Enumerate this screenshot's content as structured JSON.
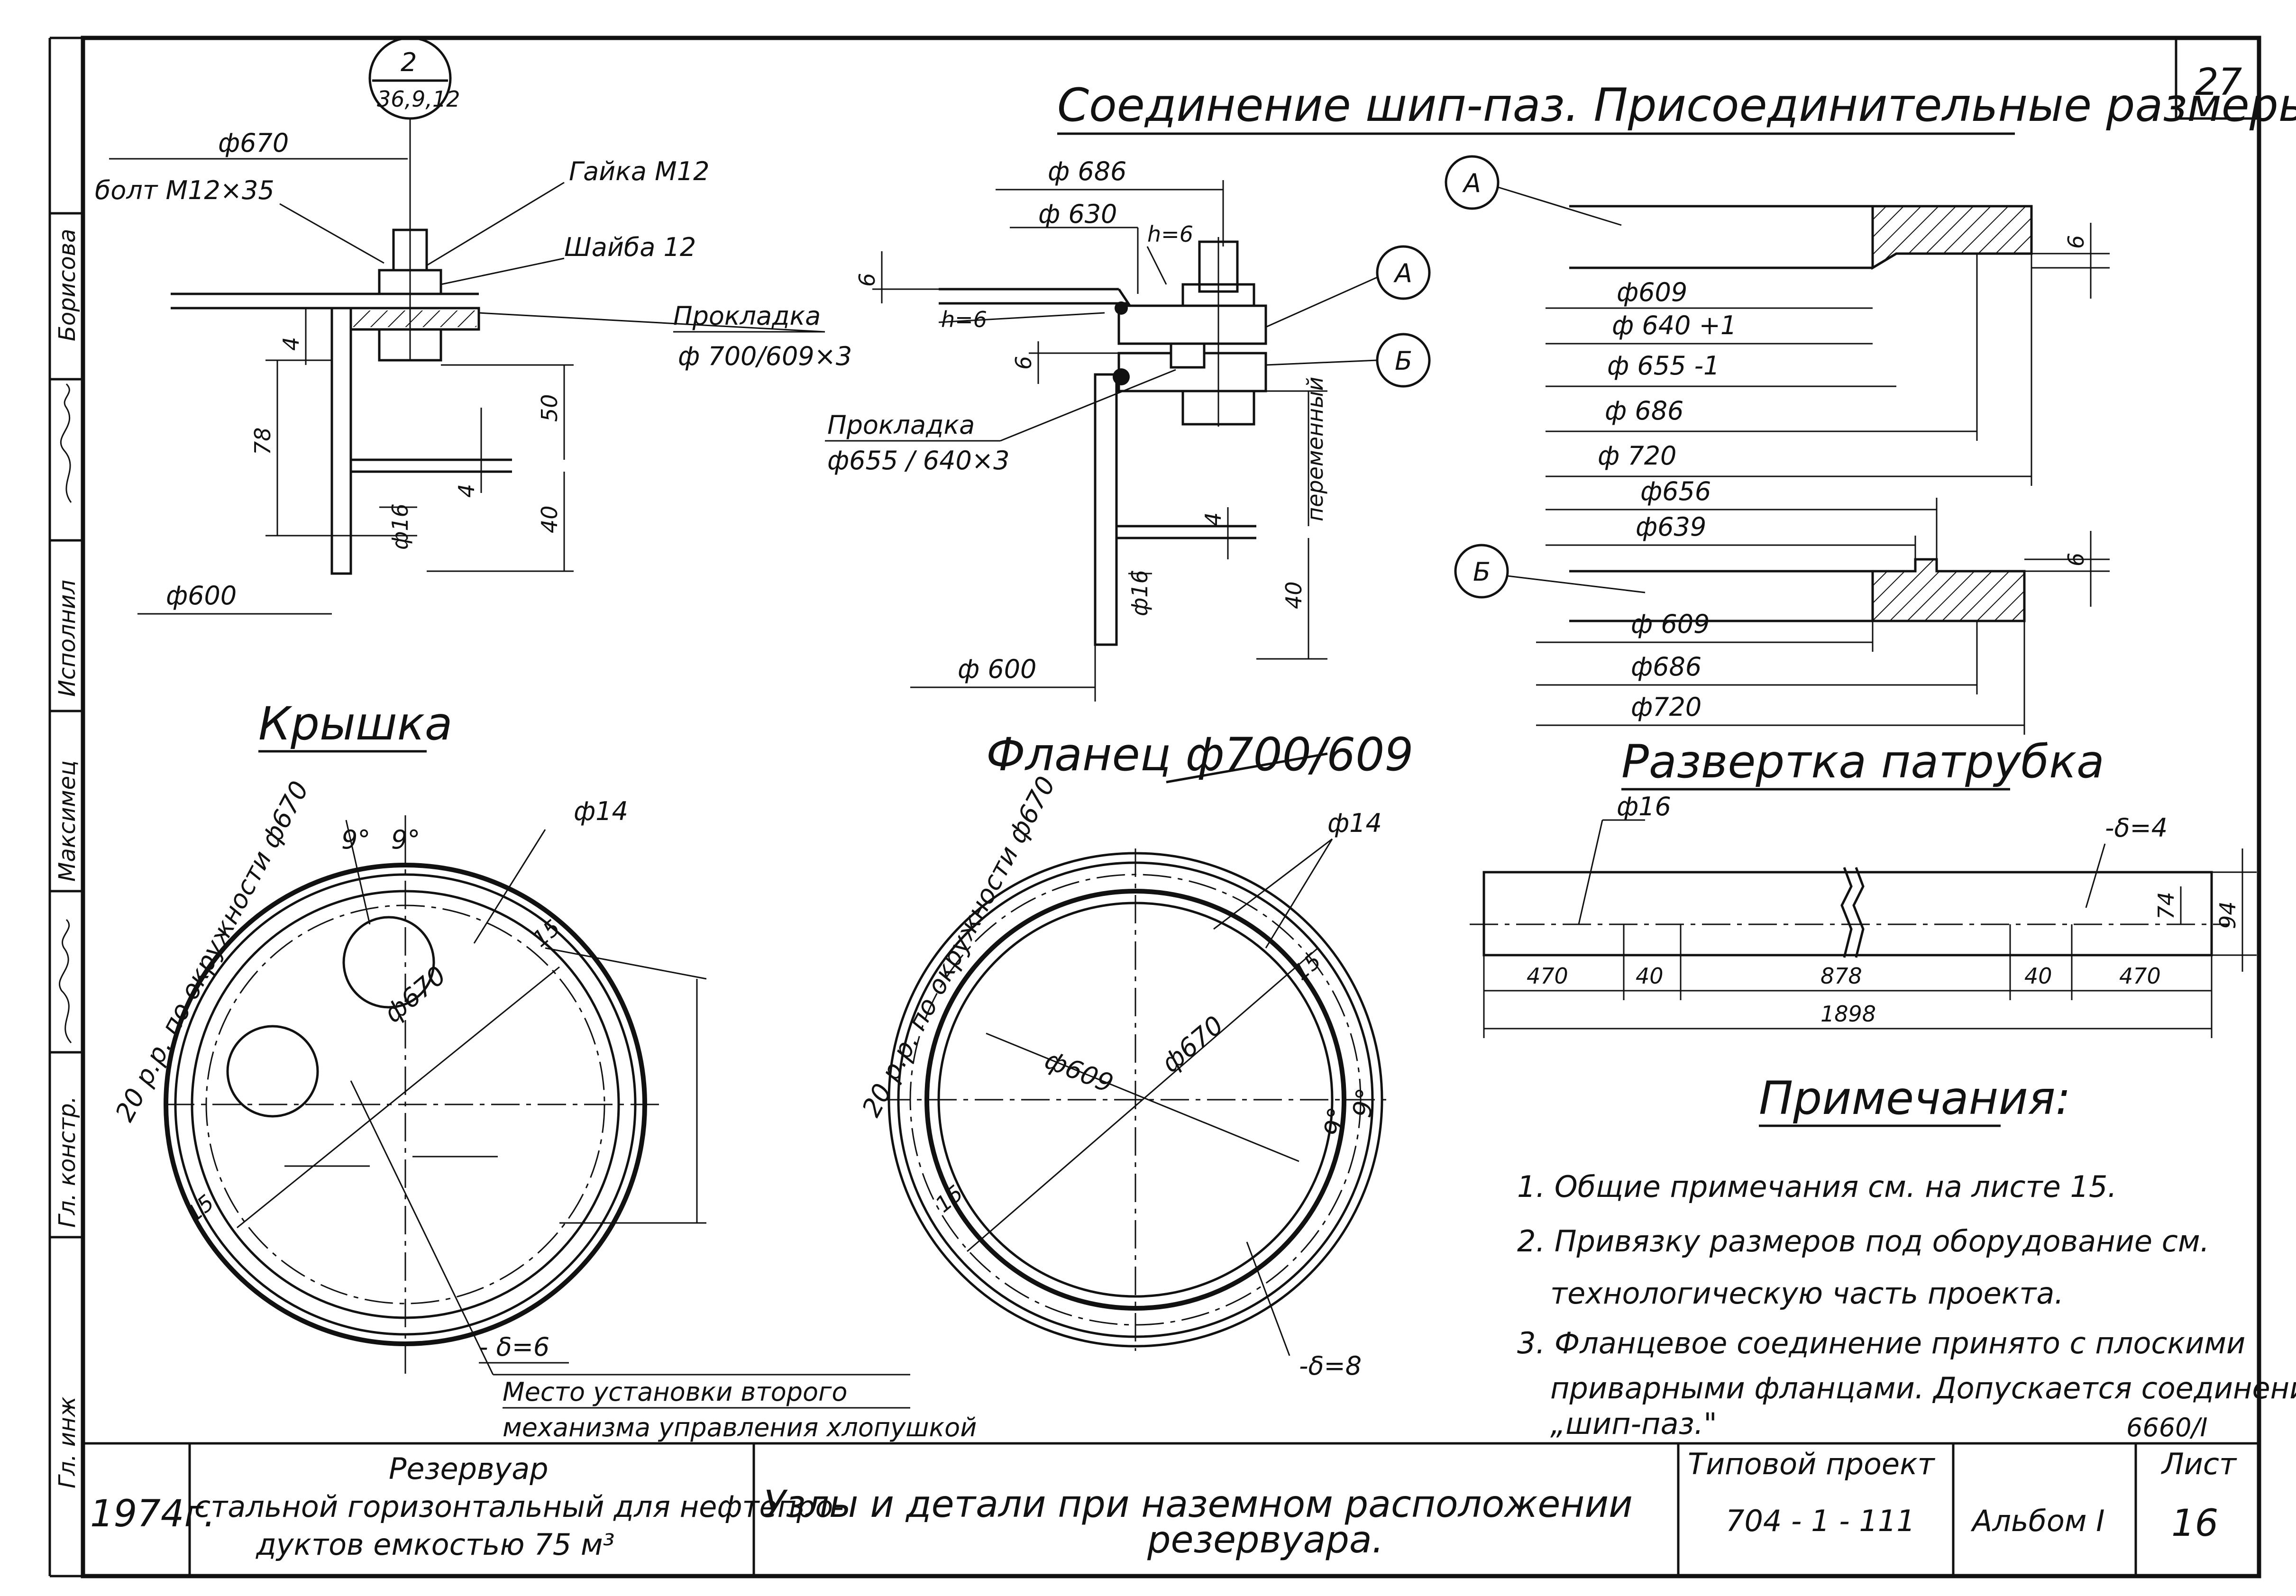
{
  "sheet": {
    "number": "27",
    "doc_code": "6660/I"
  },
  "top_title": "Соединение шип-паз. Присоединительные размеры.",
  "left_node": {
    "callout_top": "2",
    "callout_bottom": "36,9,12",
    "phi670": "ф670",
    "bolt": "болт М12×35",
    "nut": "Гайка М12",
    "washer": "Шайба 12",
    "gasket_label": "Прокладка",
    "gasket_size": "ф 700/609×3",
    "dim_4": "4",
    "dim_78": "78",
    "dim_50": "50",
    "dim_4b": "4",
    "dim_40": "40",
    "phi16": "ф16",
    "phi600": "ф600"
  },
  "mid_node": {
    "phi686": "ф 686",
    "phi630": "ф 630",
    "h6a": "h=6",
    "h6b": "h=6",
    "dim_6a": "6",
    "dim_6b": "6",
    "mark_a": "А",
    "mark_b": "Б",
    "gasket_label": "Прокладка",
    "gasket_size": "ф655 / 640×3",
    "variable": "переменный",
    "dim_4": "4",
    "phi16": "ф16",
    "dim_40": "40",
    "phi600": "ф 600"
  },
  "right_node": {
    "mark_a": "А",
    "mark_b": "Б",
    "dim_6a": "6",
    "dim_6b": "6",
    "a_dims": [
      "ф609",
      "ф 640 +1",
      "ф 655 -1",
      "ф 686",
      "ф 720"
    ],
    "b_dims_top": [
      "ф656",
      "ф639"
    ],
    "b_dims_bottom": [
      "ф 609",
      "ф686",
      "ф720"
    ]
  },
  "cover": {
    "title": "Крышка",
    "holes_label": "20 р.р. по окружности ф670",
    "angle_a": "9°",
    "angle_b": "9°",
    "phi14": "ф14",
    "phi670": "ф670",
    "dim_15a": "15",
    "dim_15b": "15",
    "thickness": "- δ=6",
    "place_line1": "Место установки второго",
    "place_line2": "механизма управления хлопушкой"
  },
  "flange": {
    "title": "Фланец ф700/609",
    "holes_label": "20 р.р. по окружности ф670",
    "phi14": "ф14",
    "phi609": "ф609",
    "phi670": "ф670",
    "dim_15a": "15",
    "dim_15b": "15",
    "angle_a": "9°",
    "angle_b": "9°",
    "thickness": "-δ=8"
  },
  "development": {
    "title": "Развертка патрубка",
    "phi16": "ф16",
    "thickness": "-δ=4",
    "dims": [
      "470",
      "40",
      "878",
      "40",
      "470"
    ],
    "total": "1898",
    "h74": "74",
    "h94": "94"
  },
  "notes": {
    "title": "Примечания:",
    "items": [
      "1. Общие примечания см. на листе 15.",
      "2. Привязку размеров под оборудование см.",
      "технологическую часть проекта.",
      "3. Фланцевое соединение принято с плоскими",
      "приварными фланцами. Допускается соединение",
      "„шип-паз.\""
    ]
  },
  "side_stamp": [
    "Борисова",
    "Исполнил",
    "Максимец",
    "Гл. констр.",
    "Гл. инж"
  ],
  "title_block": {
    "year": "1974г.",
    "object_line1": "Резервуар",
    "object_line2": "стальной горизонтальный для нефтепро-",
    "object_line3": "дуктов емкостью 75 м³",
    "sheet_title_line1": "Узлы и детали при наземном расположении",
    "sheet_title_line2": "резервуара.",
    "project_label": "Типовой проект",
    "project_code": "704 - 1 - 111",
    "album": "Альбом I",
    "sheet_label": "Лист",
    "sheet_no": "16"
  }
}
